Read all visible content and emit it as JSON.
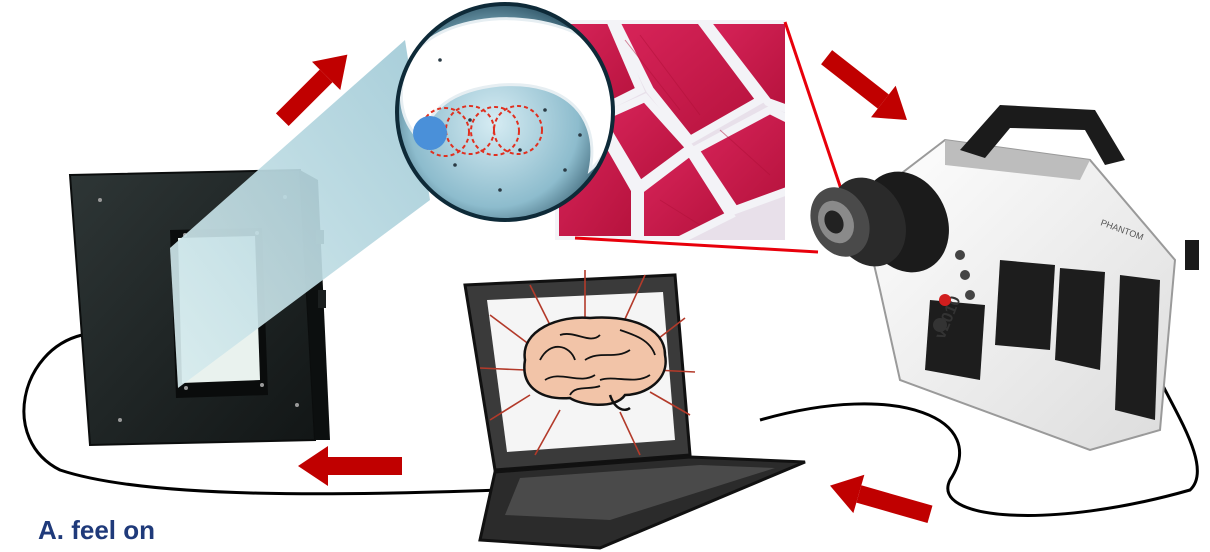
{
  "caption": {
    "text": "A. feel on"
  },
  "camera": {
    "model_text": "v2010",
    "brand_text": "PHANTOM"
  },
  "icons": {
    "slm": "spatial-light-modulator-icon",
    "camera": "high-speed-camera-icon",
    "laptop": "laptop-icon",
    "brain": "brain-icon",
    "magnifier": "magnified-view-icon",
    "tissue": "muscle-tissue-image"
  },
  "colors": {
    "arrow": "#c00000",
    "caption": "#1f3a7a",
    "callout_line": "#e8000b",
    "tissue": "#d0204e",
    "cable": "#000000",
    "target_spot": "#4a90d9",
    "scan_circles": "#e03020"
  }
}
